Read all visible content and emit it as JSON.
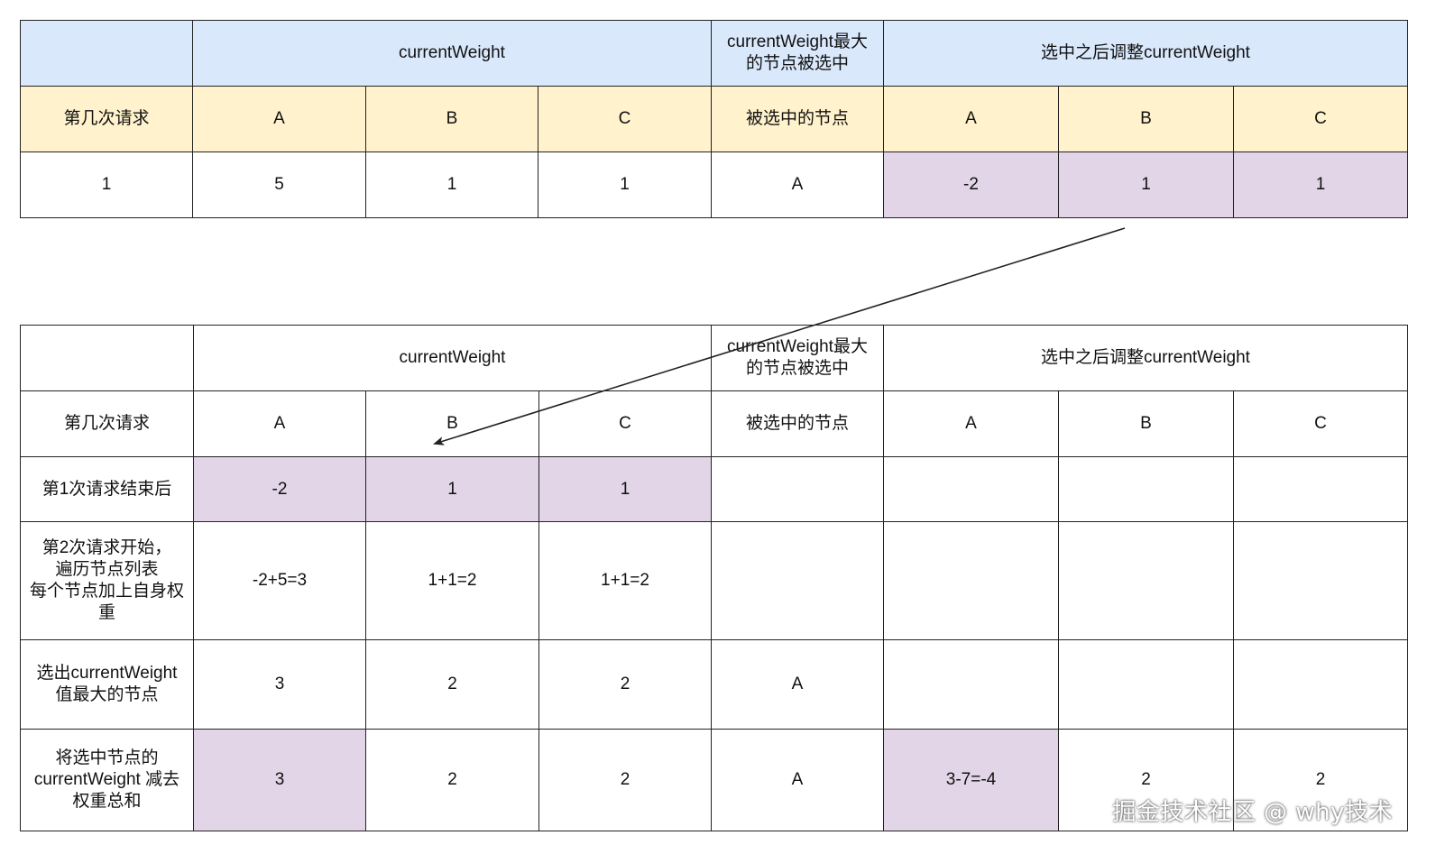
{
  "colors": {
    "header_blue": "#dae8fc",
    "subheader_yellow": "#fff2cc",
    "highlight_purple": "#e1d5e7",
    "border": "#222222",
    "arrow": "#222222"
  },
  "table1": {
    "header": {
      "current_weight": "currentWeight",
      "max_selected": "currentWeight最大\n的节点被选中",
      "adjust": "选中之后调整currentWeight"
    },
    "subheader": [
      "第几次请求",
      "A",
      "B",
      "C",
      "被选中的节点",
      "A",
      "B",
      "C"
    ],
    "row": [
      "1",
      "5",
      "1",
      "1",
      "A",
      "-2",
      "1",
      "1"
    ]
  },
  "table2": {
    "header": {
      "current_weight": "currentWeight",
      "max_selected": "currentWeight最大\n的节点被选中",
      "adjust": "选中之后调整currentWeight"
    },
    "subheader": [
      "第几次请求",
      "A",
      "B",
      "C",
      "被选中的节点",
      "A",
      "B",
      "C"
    ],
    "rows": [
      [
        "第1次请求结束后",
        "-2",
        "1",
        "1",
        "",
        "",
        "",
        ""
      ],
      [
        "第2次请求开始，\n遍历节点列表\n每个节点加上自身权\n重",
        "-2+5=3",
        "1+1=2",
        "1+1=2",
        "",
        "",
        "",
        ""
      ],
      [
        "选出currentWeight\n值最大的节点",
        "3",
        "2",
        "2",
        "A",
        "",
        "",
        ""
      ],
      [
        "将选中节点的\ncurrentWeight 减去\n权重总和",
        "3",
        "2",
        "2",
        "A",
        "3-7=-4",
        "2",
        "2"
      ]
    ]
  },
  "watermark": "掘金技术社区 @ why技术"
}
